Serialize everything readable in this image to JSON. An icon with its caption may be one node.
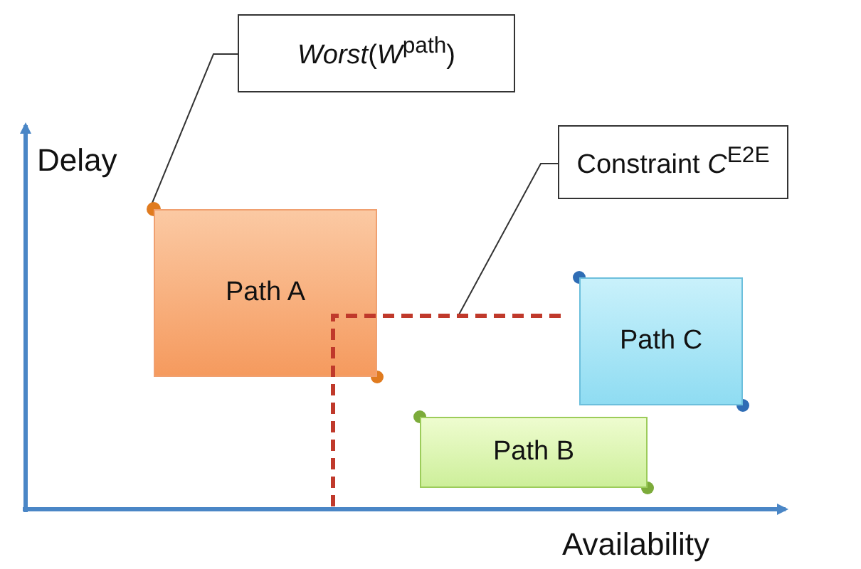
{
  "diagram": {
    "nodes": [
      {
        "text": [
          "*Worst*(*W*$^{path}$)"
        ]
      },
      {
        "text": [],
        "shape": "circle"
      },
      {
        "text": [
          "Constraint *C*$^{E2E}$"
        ]
      },
      {
        "text": [],
        "shape": "line"
      },
      {
        "text": [
          "Path A"
        ]
      },
      {
        "text": [
          "Path C"
        ]
      },
      {
        "text": [
          "Path B"
        ]
      }
    ],
    "edges": [
      {
        "from": 0,
        "to": 1,
        "arrow": "none"
      },
      {
        "from": 2,
        "to": 3,
        "arrow": "none"
      }
    ],
    "labels": [
      "Delay",
      "Availability"
    ]
  }
}
